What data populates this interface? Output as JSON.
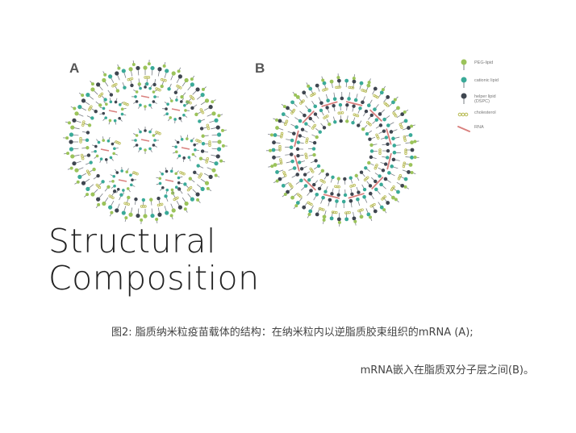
{
  "panels": {
    "a_label": "A",
    "b_label": "B"
  },
  "legend": [
    {
      "label": "PEG-lipid",
      "color": "#9bc35a",
      "icon": "peg-lipid-icon"
    },
    {
      "label": "cationic lipid",
      "color": "#3aaa98",
      "icon": "cationic-lipid-icon"
    },
    {
      "label": "helper lipid\n(DSPC)",
      "color": "#3f4650",
      "icon": "helper-lipid-icon"
    },
    {
      "label": "cholesterol",
      "color": "#b6b94e",
      "icon": "cholesterol-icon"
    },
    {
      "label": "RNA",
      "color": "#d9807e",
      "icon": "rna-icon"
    }
  ],
  "title": {
    "line1": "Structural",
    "line2": "Composition"
  },
  "caption": {
    "line1": "图2: 脂质纳米粒疫苗载体的结构：在纳米粒内以逆脂质胶束组织的mRNA (A);",
    "line2": "mRNA嵌入在脂质双分子层之间(B)。"
  }
}
